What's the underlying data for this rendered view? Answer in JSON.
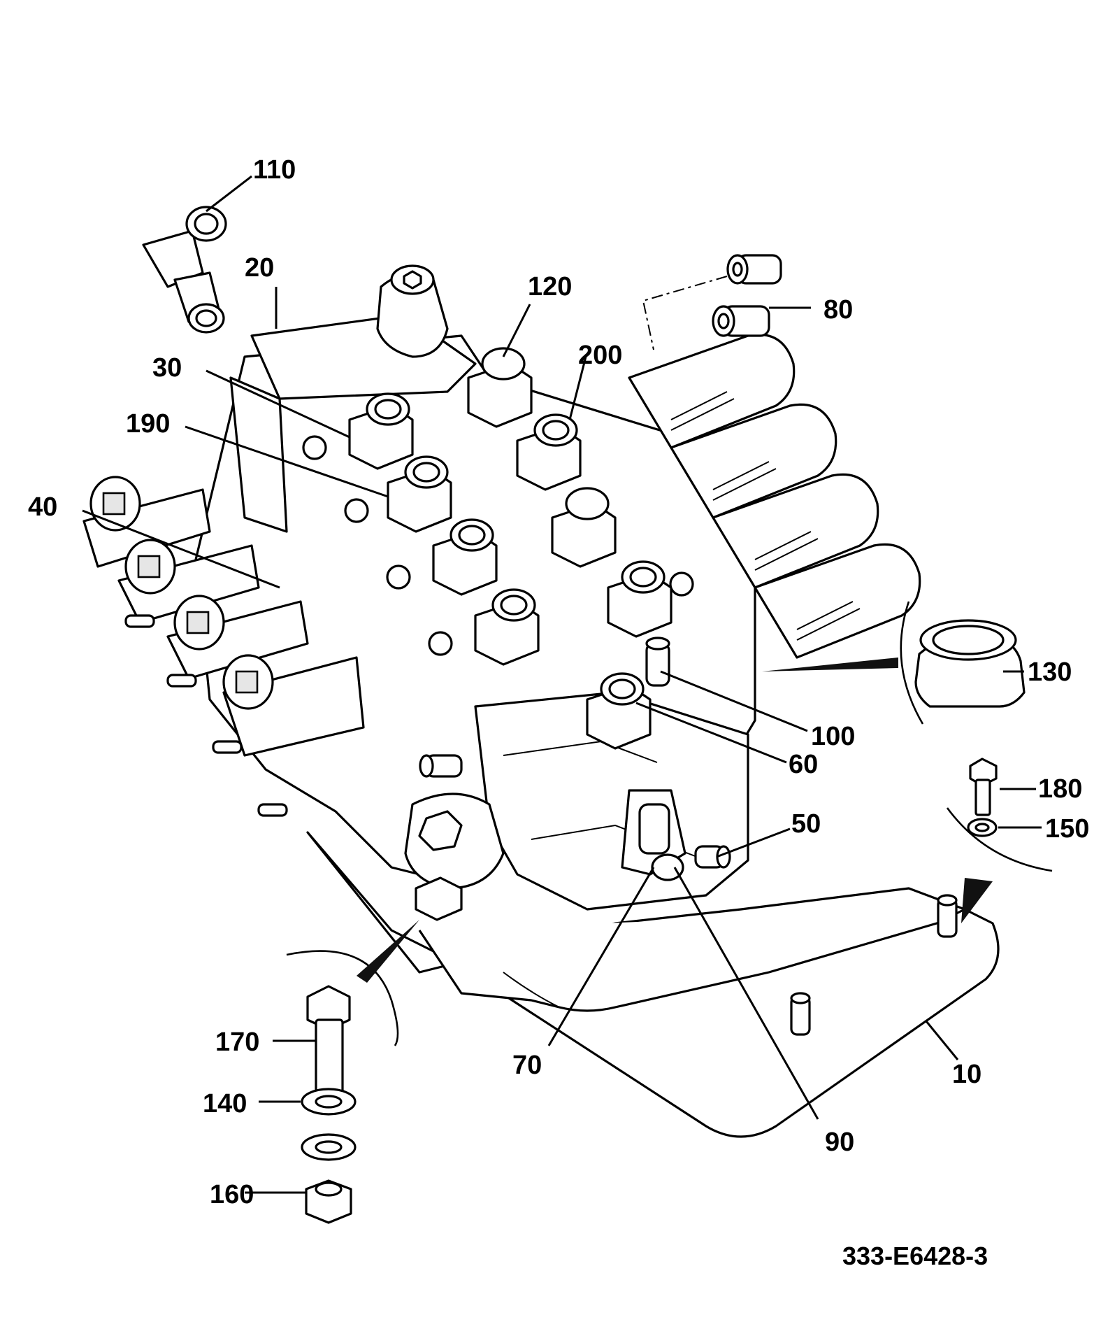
{
  "drawing": {
    "id_label": "333-E6428-3"
  },
  "callouts": {
    "c10": "10",
    "c20": "20",
    "c30": "30",
    "c40": "40",
    "c50": "50",
    "c60": "60",
    "c70": "70",
    "c80": "80",
    "c90": "90",
    "c100": "100",
    "c110": "110",
    "c120": "120",
    "c130": "130",
    "c140": "140",
    "c150": "150",
    "c160": "160",
    "c170": "170",
    "c180": "180",
    "c190": "190",
    "c200": "200"
  },
  "colors": {
    "line": "#000000",
    "background": "#ffffff"
  }
}
